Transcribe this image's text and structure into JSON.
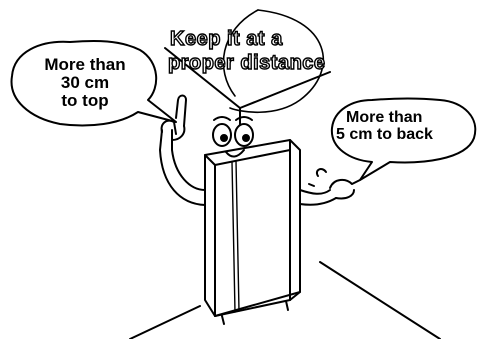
{
  "heading": {
    "line1": "Keep it at a",
    "line2": "proper distance"
  },
  "bubble_top": {
    "line1": "More than",
    "line2": "30 cm",
    "line3": "to top"
  },
  "bubble_back": {
    "line1": "More than",
    "line2": "5 cm to back"
  },
  "colors": {
    "ink": "#000000",
    "paper": "#ffffff"
  },
  "icons": {
    "character": "cartoon-refrigerator-icon",
    "left_hand": "pointing-up-hand-icon",
    "right_hand": "pointing-back-hand-icon"
  }
}
